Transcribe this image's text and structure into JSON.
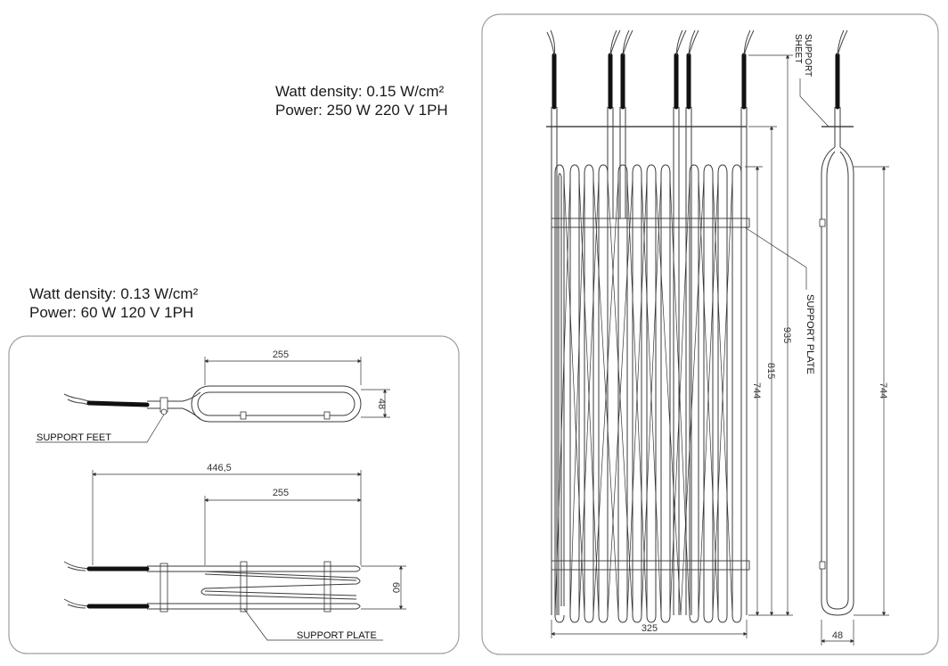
{
  "specs": {
    "large": {
      "watt_density": "Watt density: 0.15 W/cm²",
      "power": "Power: 250 W 220 V 1PH"
    },
    "small": {
      "watt_density": "Watt density: 0.13 W/cm²",
      "power": "Power: 60 W 120 V 1PH"
    }
  },
  "small_heater": {
    "top_view": {
      "length_dim": "255",
      "width_dim": "48",
      "label_support_feet": "SUPPORT FEET"
    },
    "side_view": {
      "overall_dim": "446,5",
      "length_dim": "255",
      "height_dim": "60",
      "label_support_plate": "SUPPORT PLATE"
    }
  },
  "large_heater": {
    "front_view": {
      "width_dim": "325",
      "overall_dim": "935",
      "length_dim": "815",
      "element_dim": "744",
      "label_support_sheet": "SUPPORT SHEET",
      "label_support_plate": "SUPPORT PLATE"
    },
    "side_view": {
      "length_dim": "744",
      "width_dim": "48"
    }
  }
}
